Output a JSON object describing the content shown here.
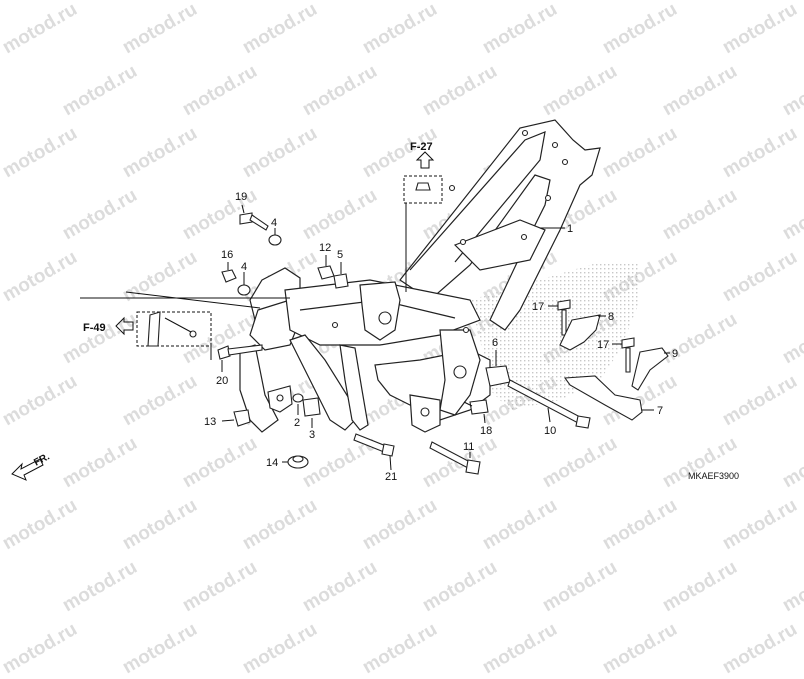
{
  "watermark": {
    "text": "motod.ru"
  },
  "diagram": {
    "code": "MKAEF3900",
    "direction_label": "FR.",
    "references": {
      "upper": "F-27",
      "left": "F-49"
    },
    "callouts": [
      "1",
      "2",
      "3",
      "4",
      "4",
      "5",
      "6",
      "7",
      "8",
      "9",
      "10",
      "11",
      "12",
      "13",
      "14",
      "16",
      "17",
      "17",
      "18",
      "19",
      "20",
      "21"
    ]
  }
}
